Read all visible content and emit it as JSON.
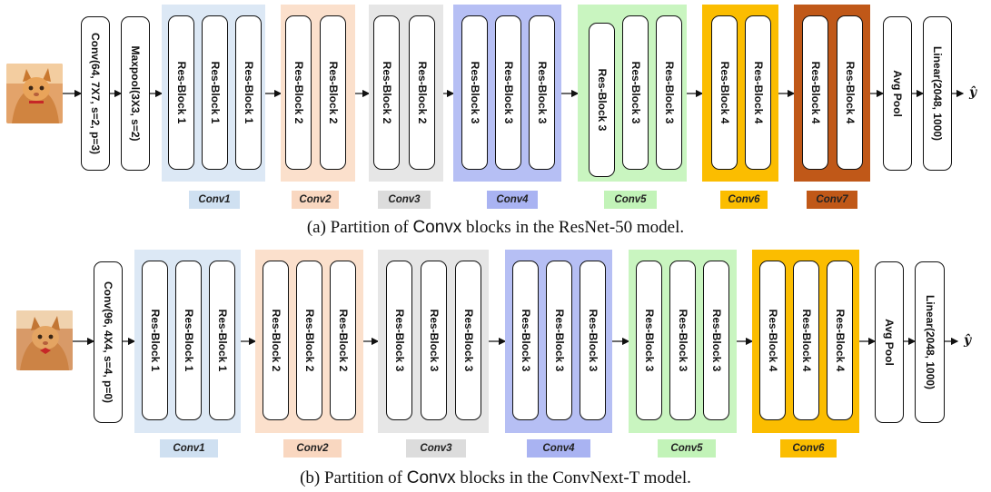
{
  "colors": {
    "conv1": "#dce8f5",
    "conv2": "#fbe0cc",
    "conv3": "#e6e6e6",
    "conv4": "#b6bff4",
    "conv5": "#c9f5c0",
    "conv6": "#fbbd00",
    "conv7": "#c05818",
    "tag_conv1": "#cfe0f1",
    "tag_conv2": "#f9d7c0",
    "tag_conv3": "#dcdcdc",
    "tag_conv4": "#a9b3f2",
    "tag_conv5": "#c2f3b8",
    "tag_conv6": "#fbbd00",
    "tag_conv7": "#c05818"
  },
  "top": {
    "stem1": "Conv(64, 7X7, s=2, p=3)",
    "stem2": "Maxpool(3X3, s=2)",
    "pool": "Avg Pool",
    "linear": "Linear(2048, 1000)",
    "output": "ŷ",
    "groups": [
      {
        "tag": "Conv1",
        "blocks": [
          "Res-Block 1",
          "Res-Block 1",
          "Res-Block 1"
        ]
      },
      {
        "tag": "Conv2",
        "blocks": [
          "Res-Block 2",
          "Res-Block 2"
        ]
      },
      {
        "tag": "Conv3",
        "blocks": [
          "Res-Block 2",
          "Res-Block 2"
        ]
      },
      {
        "tag": "Conv4",
        "blocks": [
          "Res-Block 3",
          "Res-Block 3",
          "Res-Block 3"
        ]
      },
      {
        "tag": "Conv5",
        "blocks": [
          "Res-Block 3",
          "Res-Block 3",
          "Res-Block 3"
        ]
      },
      {
        "tag": "Conv6",
        "blocks": [
          "Res-Block 4",
          "Res-Block 4"
        ]
      },
      {
        "tag": "Conv7",
        "blocks": [
          "Res-Block 4",
          "Res-Block 4"
        ]
      }
    ],
    "caption_pre": "(a) Partition of ",
    "caption_mono": "Convx",
    "caption_post": " blocks in the ResNet-50 model."
  },
  "bottom": {
    "stem1": "Conv(96, 4X4, s=4, p=0)",
    "pool": "Avg Pool",
    "linear": "Linear(2048, 1000)",
    "output": "ŷ",
    "groups": [
      {
        "tag": "Conv1",
        "blocks": [
          "Res-Block 1",
          "Res-Block 1",
          "Res-Block 1"
        ]
      },
      {
        "tag": "Conv2",
        "blocks": [
          "Res-Block 2",
          "Res-Block 2",
          "Res-Block 2"
        ]
      },
      {
        "tag": "Conv3",
        "blocks": [
          "Res-Block 3",
          "Res-Block 3",
          "Res-Block 3"
        ]
      },
      {
        "tag": "Conv4",
        "blocks": [
          "Res-Block 3",
          "Res-Block 3",
          "Res-Block 3"
        ]
      },
      {
        "tag": "Conv5",
        "blocks": [
          "Res-Block 3",
          "Res-Block 3",
          "Res-Block 3"
        ]
      },
      {
        "tag": "Conv6",
        "blocks": [
          "Res-Block 4",
          "Res-Block 4",
          "Res-Block 4"
        ]
      }
    ],
    "caption_pre": "(b) Partition of ",
    "caption_mono": "Convx",
    "caption_post": " blocks in the ConvNext-T model."
  }
}
